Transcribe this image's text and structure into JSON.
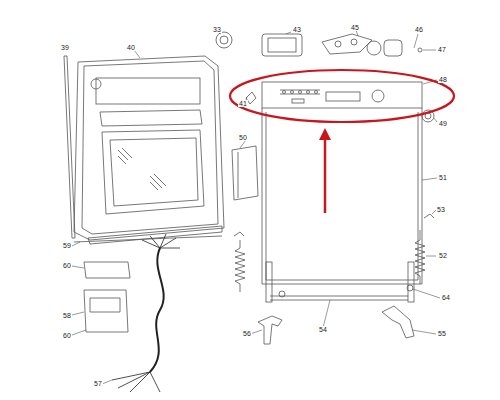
{
  "diagram": {
    "labels": [
      "39",
      "40",
      "33",
      "43",
      "45",
      "46",
      "47",
      "48",
      "41",
      "49",
      "50",
      "51",
      "53",
      "52",
      "59",
      "60",
      "58",
      "60",
      "57",
      "56",
      "54",
      "64",
      "55"
    ]
  }
}
